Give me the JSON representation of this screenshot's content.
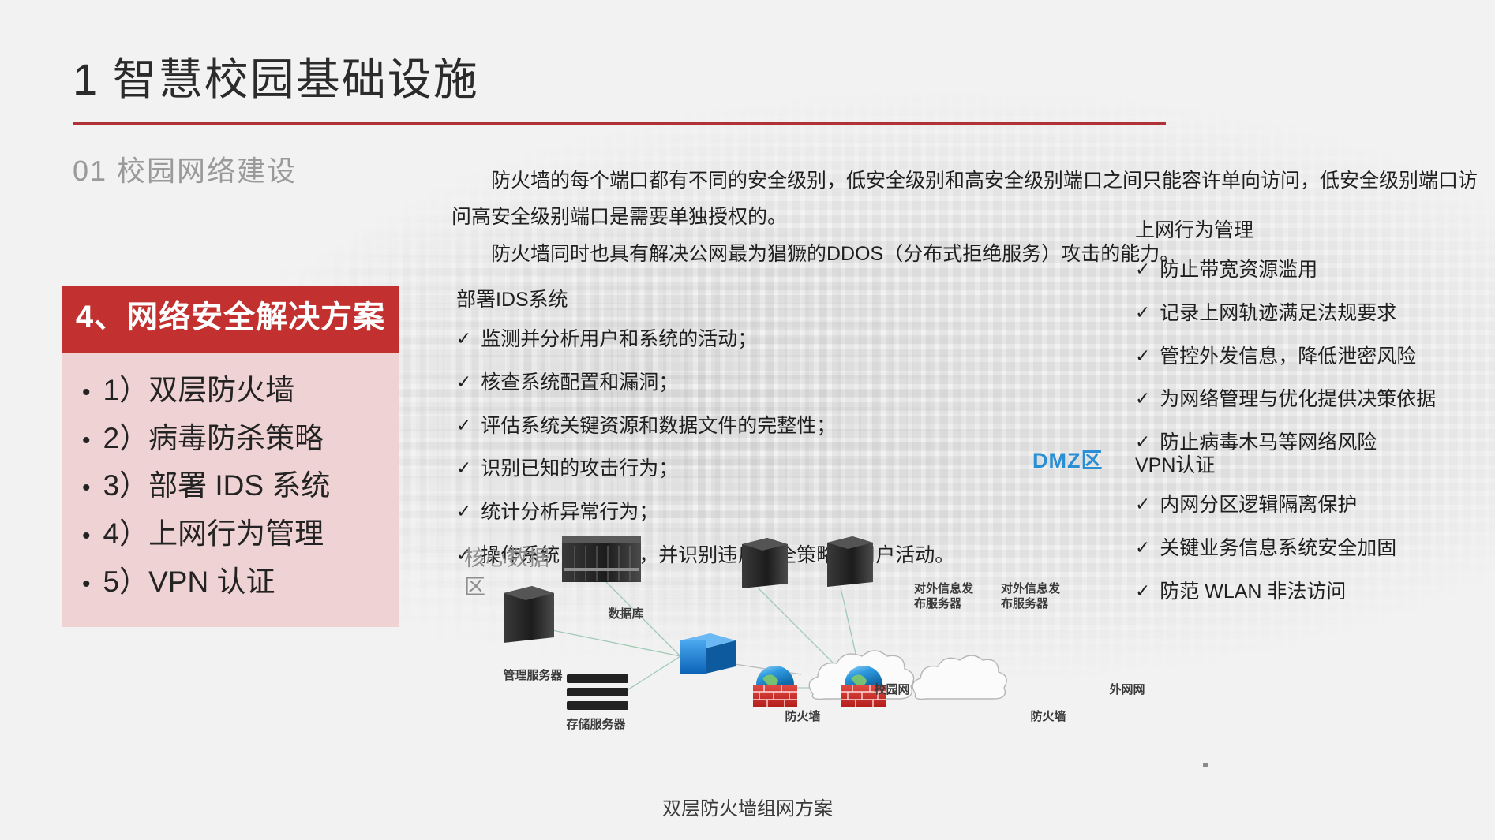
{
  "slide": {
    "title": "1 智慧校园基础设施",
    "section_label": "01 校园网络建设",
    "accent_color": "#b03238",
    "card_header_color": "#c2312f",
    "card_body_color": "#efd2d4",
    "dmz_color": "#2a8fd4"
  },
  "left_card": {
    "header": "4、网络安全解决方案",
    "bullet_glyph": "•",
    "items": [
      "1）双层防火墙",
      "2）病毒防杀策略",
      "3）部署 IDS 系统",
      "4）上网行为管理",
      "5）VPN 认证"
    ]
  },
  "intro": {
    "paragraph1": "防火墙的每个端口都有不同的安全级别，低安全级别和高安全级别端口之间只能容许单向访问，低安全级别端口访问高安全级别端口是需要单独授权的。",
    "paragraph2": "防火墙同时也具有解决公网最为猖獗的DDOS（分布式拒绝服务）攻击的能力。"
  },
  "ids_block": {
    "heading": "部署IDS系统",
    "check_glyph": "✓",
    "items": [
      "监测并分析用户和系统的活动；",
      "核查系统配置和漏洞；",
      "评估系统关键资源和数据文件的完整性；",
      "识别已知的攻击行为；",
      "统计分析异常行为；",
      "操作系统日志管理，并识别违反安全策略的用户活动。"
    ]
  },
  "behavior_block": {
    "heading": "上网行为管理",
    "check_glyph": "✓",
    "items": [
      "防止带宽资源滥用",
      "记录上网轨迹满足法规要求",
      "管控外发信息，降低泄密风险",
      "为网络管理与优化提供决策依据",
      "防止病毒木马等网络风险"
    ]
  },
  "vpn_block": {
    "heading": "VPN认证",
    "check_glyph": "✓",
    "items": [
      "内网分区逻辑隔离保护",
      "关键业务信息系统安全加固",
      "防范 WLAN 非法访问"
    ]
  },
  "diagram": {
    "caption": "双层防火墙组网方案",
    "zone_label": "核心数据区",
    "dmz_label": "DMZ区",
    "nodes": {
      "database": "数据库",
      "mgmt_server": "管理服务器",
      "storage_server": "存储服务器",
      "pub_server_1": "对外信息发\n布服务器",
      "pub_server_2": "对外信息发\n布服务器",
      "firewall_inner": "防火墙",
      "firewall_outer": "防火墙",
      "campus_net": "校园网",
      "external_net": "外网网"
    }
  }
}
